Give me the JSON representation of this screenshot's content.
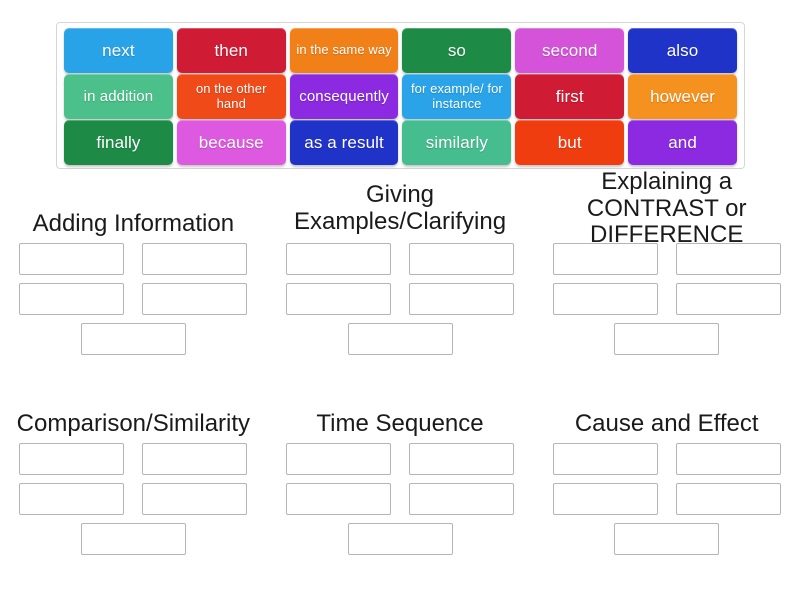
{
  "word_bank": {
    "name": "word-bank-panel",
    "rows": [
      [
        {
          "label": "next",
          "color": "#29a3e8",
          "size": "normal"
        },
        {
          "label": "then",
          "color": "#cf1b33",
          "size": "normal"
        },
        {
          "label": "in the same way",
          "color": "#f28019",
          "size": "small"
        },
        {
          "label": "so",
          "color": "#1d8a46",
          "size": "normal"
        },
        {
          "label": "second",
          "color": "#d453d8",
          "size": "normal"
        },
        {
          "label": "also",
          "color": "#2033c9",
          "size": "normal"
        }
      ],
      [
        {
          "label": "in addition",
          "color": "#4cc08a",
          "size": "med"
        },
        {
          "label": "on the other hand",
          "color": "#ef4a18",
          "size": "small"
        },
        {
          "label": "consequently",
          "color": "#8b2ae0",
          "size": "med"
        },
        {
          "label": "for example/ for instance",
          "color": "#2aa3e8",
          "size": "small"
        },
        {
          "label": "first",
          "color": "#cf1b33",
          "size": "normal"
        },
        {
          "label": "however",
          "color": "#f5911e",
          "size": "normal"
        }
      ],
      [
        {
          "label": "finally",
          "color": "#1d8a46",
          "size": "normal"
        },
        {
          "label": "because",
          "color": "#dd5ae0",
          "size": "normal"
        },
        {
          "label": "as a result",
          "color": "#2033c9",
          "size": "normal"
        },
        {
          "label": "similarly",
          "color": "#45bd8e",
          "size": "normal"
        },
        {
          "label": "but",
          "color": "#ef3d10",
          "size": "normal"
        },
        {
          "label": "and",
          "color": "#8b2ae0",
          "size": "normal"
        }
      ]
    ]
  },
  "categories": [
    {
      "id": "adding-information",
      "title": "Adding Information",
      "two_line": false,
      "drop_slots": 5
    },
    {
      "id": "giving-examples-clarifying",
      "title": "Giving Examples/Clarifying",
      "two_line": true,
      "drop_slots": 5
    },
    {
      "id": "explaining-a-contrast-or-difference",
      "title": "Explaining a CONTRAST or DIFFERENCE",
      "two_line": true,
      "drop_slots": 5
    },
    {
      "id": "comparison-similarity",
      "title": "Comparison/Similarity",
      "two_line": false,
      "drop_slots": 5
    },
    {
      "id": "time-sequence",
      "title": "Time Sequence",
      "two_line": false,
      "drop_slots": 5
    },
    {
      "id": "cause-and-effect",
      "title": "Cause and Effect",
      "two_line": false,
      "drop_slots": 5
    }
  ]
}
